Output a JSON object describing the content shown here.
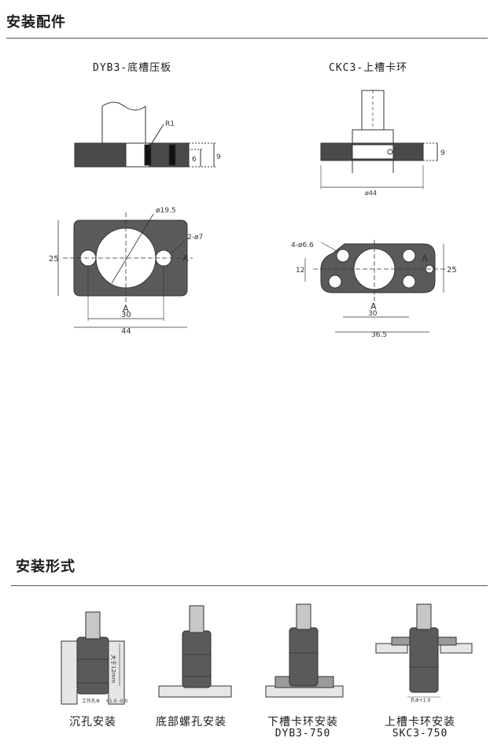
{
  "section1": {
    "title": "安装配件"
  },
  "diagram_left": {
    "title": "DYB3-底槽压板",
    "labels": {
      "r1": "R1",
      "d6": "6",
      "d9": "9",
      "hole_big": "ø19.5",
      "hole_small": "2-ø7",
      "section_a1": "A",
      "section_a2": "A",
      "d25": "25",
      "d30": "30",
      "d44": "44"
    }
  },
  "diagram_right": {
    "title": "CKC3-上槽卡环",
    "labels": {
      "d9": "9",
      "d44": "ø44",
      "holes": "4-ø6.6",
      "d12": "12",
      "d25": "25",
      "section_a1": "A",
      "section_a2": "A",
      "d30": "30",
      "d365": "36.5"
    }
  },
  "section2": {
    "title": "安装形式"
  },
  "install_forms": [
    {
      "caption": "沉孔安装",
      "code": "",
      "annot1": "大于12mm",
      "annot2": "工作孔Φ",
      "annot3": "+1.0\n-0.0"
    },
    {
      "caption": "底部螺孔安装",
      "code": ""
    },
    {
      "caption": "下槽卡环安装",
      "code": "DYB3-750"
    },
    {
      "caption": "上槽卡环安装",
      "code": "SKC3-750",
      "annot1": "孔Φ+1.0"
    }
  ]
}
